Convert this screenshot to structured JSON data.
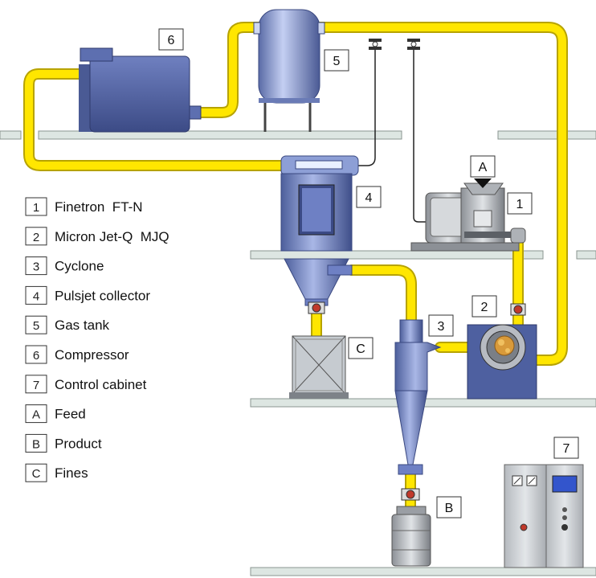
{
  "legend": [
    {
      "key": "1",
      "label": "Finetron  FT-N"
    },
    {
      "key": "2",
      "label": "Micron Jet-Q  MJQ"
    },
    {
      "key": "3",
      "label": "Cyclone"
    },
    {
      "key": "4",
      "label": "Pulsjet collector"
    },
    {
      "key": "5",
      "label": "Gas tank"
    },
    {
      "key": "6",
      "label": "Compressor"
    },
    {
      "key": "7",
      "label": "Control cabinet"
    },
    {
      "key": "A",
      "label": "Feed"
    },
    {
      "key": "B",
      "label": "Product"
    },
    {
      "key": "C",
      "label": "Fines"
    }
  ],
  "callouts": {
    "c1": "1",
    "c2": "2",
    "c3": "3",
    "c4": "4",
    "c5": "5",
    "c6": "6",
    "c7": "7",
    "cA": "A",
    "cB": "B",
    "cC": "C"
  },
  "colors": {
    "pipe": "#ffe600",
    "pipe_edge": "#b7a300",
    "equipment": "#7a8cc8",
    "equipment_dark": "#4a5a94",
    "shelf": "#dde6e2",
    "cabinet": "#c8ccd0"
  }
}
